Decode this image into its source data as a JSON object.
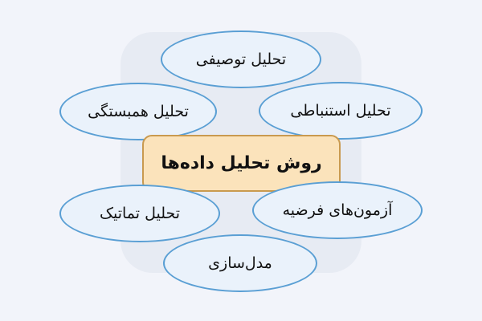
{
  "center": {
    "label": "روش تحلیل داده‌ها"
  },
  "nodes": [
    {
      "label": "تحلیل توصیفی"
    },
    {
      "label": "تحلیل همبستگی"
    },
    {
      "label": "تحلیل استنباطی"
    },
    {
      "label": "تحلیل تماتیک"
    },
    {
      "label": "آزمون‌های فرضیه"
    },
    {
      "label": "مدل‌سازی"
    }
  ],
  "colors": {
    "background": "#f2f4fa",
    "bubble_fill": "#eaf2fb",
    "bubble_border": "#5a9fd4",
    "center_fill": "#fbe3bb",
    "center_border": "#c99a4f"
  }
}
